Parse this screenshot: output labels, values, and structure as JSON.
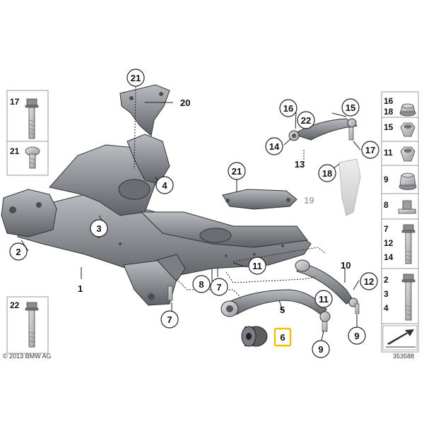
{
  "diagram": {
    "copyright": "© 2013 BMW AG",
    "image_number": "353588",
    "highlighted_part": "6",
    "colors": {
      "part_fill": "#8e9196",
      "part_dark": "#5f6266",
      "part_light": "#c9cbce",
      "callout_stroke": "#222222",
      "highlight": "#f2c200",
      "dim_part": "#a8a8a8"
    },
    "callouts": {
      "c21_top": "21",
      "c20": "20",
      "c4": "4",
      "c3": "3",
      "c2": "2",
      "c1": "1",
      "c7_left": "7",
      "c8": "8",
      "c7_mid": "7",
      "c21_mid": "21",
      "c19": "19",
      "c11_mid": "11",
      "c16": "16",
      "c22": "22",
      "c15": "15",
      "c14": "14",
      "c13": "13",
      "c17": "17",
      "c18": "18",
      "c10": "10",
      "c12": "12",
      "c11_low": "11",
      "c5": "5",
      "c6": "6",
      "c9_low": "9",
      "c9_right": "9"
    },
    "left_panel": [
      {
        "label": "17",
        "icon": "long-bolt-icon"
      },
      {
        "label": "21",
        "icon": "screw-icon"
      },
      {
        "label": "22",
        "icon": "long-bolt-icon"
      }
    ],
    "right_panel": [
      {
        "labels": [
          "16",
          "18"
        ],
        "icon": "flange-nut-icon"
      },
      {
        "labels": [
          "15"
        ],
        "icon": "hex-nut-icon"
      },
      {
        "labels": [
          "11"
        ],
        "icon": "hex-nut-icon"
      },
      {
        "labels": [
          "9"
        ],
        "icon": "flange-nut-icon"
      },
      {
        "labels": [
          "8"
        ],
        "icon": "clip-icon"
      },
      {
        "labels": [
          "7",
          "12",
          "14"
        ],
        "icon": "bolt-icon"
      },
      {
        "labels": [
          "2",
          "3",
          "4"
        ],
        "icon": "long-bolt-icon"
      }
    ]
  }
}
